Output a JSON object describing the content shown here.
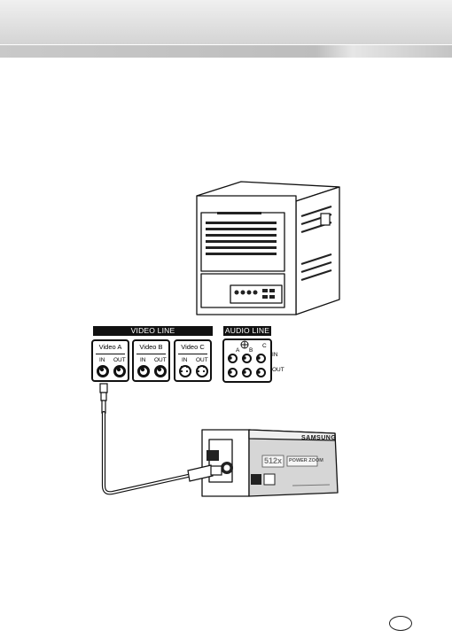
{
  "video_panel": {
    "label": "VIDEO LINE",
    "boxes": [
      {
        "title": "Video A",
        "in": "IN",
        "out": "OUT"
      },
      {
        "title": "Video B",
        "in": "IN",
        "out": "OUT"
      },
      {
        "title": "Video C",
        "in": "IN",
        "out": "OUT"
      }
    ]
  },
  "audio_panel": {
    "label": "AUDIO LINE",
    "channels": [
      "A",
      "B",
      "C"
    ],
    "row_in": "IN",
    "row_out": "OUT"
  },
  "camera": {
    "brand": "SAMSUNG",
    "zoom_badge": "512x",
    "zoom_label": "POWER ZOOM"
  }
}
